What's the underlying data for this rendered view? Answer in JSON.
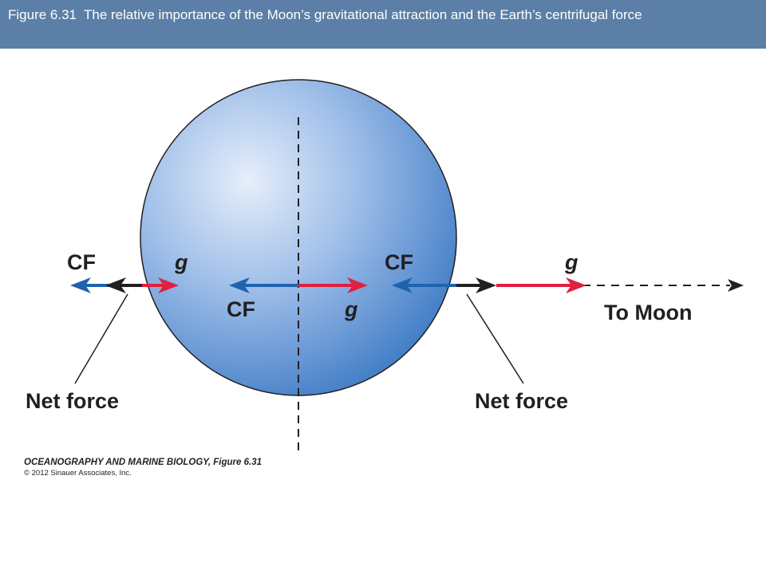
{
  "header": {
    "figure_number": "Figure 6.31",
    "caption": "The relative importance of the Moon’s gravitational attraction and the Earth’s centrifugal force"
  },
  "diagram": {
    "labels": {
      "cf": "CF",
      "g": "g",
      "net_force": "Net force",
      "to_moon": "To Moon"
    }
  },
  "credit": {
    "book": "OCEANOGRAPHY AND MARINE BIOLOGY, Figure 6.31",
    "copyright": "© 2012 Sinauer Associates, Inc."
  },
  "colors": {
    "header_bg": "#5b7fa6",
    "cf_blue": "#1f63ae",
    "g_red": "#e0203f",
    "net_black": "#231f20",
    "earth_light": "#dce7f7",
    "earth_dark": "#3a78c4"
  }
}
